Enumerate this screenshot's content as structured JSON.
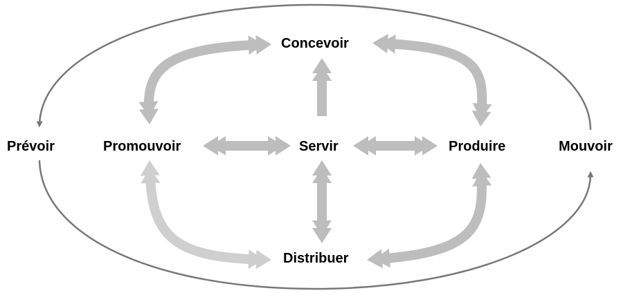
{
  "nodes": {
    "concevoir": "Concevoir",
    "prevoir": "Prévoir",
    "promouvoir": "Promouvoir",
    "servir": "Servir",
    "produire": "Produire",
    "mouvoir": "Mouvoir",
    "distribuer": "Distribuer"
  },
  "colors": {
    "outer_cycle": "#777777",
    "arrow_dark": "#bdbdbd",
    "arrow_light": "#cfcfcf",
    "text": "#000000"
  }
}
